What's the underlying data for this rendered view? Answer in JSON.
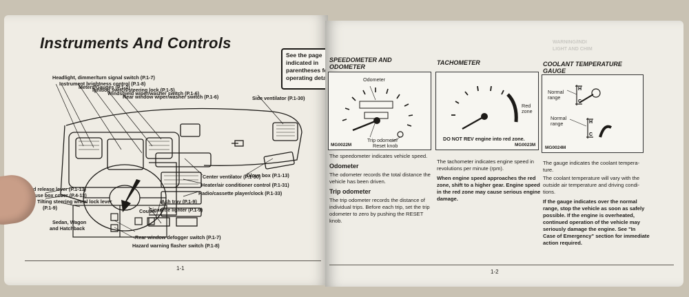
{
  "left_page": {
    "title": "Instruments And Controls",
    "note": "See the page indicated in parentheses for operating details.",
    "labels": {
      "headlight": "Headlight, dimmer/turn signal switch (P.1-7)",
      "brightness": "Instrument brightness control (P.1-8)",
      "meters": "Meters/Gauges (P.1-2)",
      "ignition": "Ignition switch/steering lock (P.1-5)",
      "windshield": "Windshield wiper/washer switch (P.1-6)",
      "rear_wiper": "Rear window wiper/washer switch (P.1-6)",
      "side_vent": "Side ventilator (P.1-30)",
      "glove": "Glove box (P.1-13)",
      "center_vent": "Center ventilator (P.1-30)",
      "heater": "Heater/air conditioner control (P.1-31)",
      "radio": "Radio/cassette player/clock (P.1-33)",
      "ash": "Ash tray (P.1-9)",
      "cig": "Cigarette lighter (P.1-9)",
      "hood": "Hood release lever (P.1-13)",
      "fuse": "Fuse box cover (P.4-13)",
      "tilt": "Tilting steering wheel lock lever",
      "tilt_page": "(P.1-9)",
      "sedan": "Sedan, Wagon",
      "sedan2": "and Hatchback",
      "coupe": "Coupe",
      "defogger": "Rear window defogger switch (P.1-7)",
      "hazard": "Hazard warning flasher switch (P.1-8)"
    },
    "page_number": "1-1"
  },
  "right_page": {
    "speedometer": {
      "title_line1": "SPEEDOMETER AND",
      "title_line2": "ODOMETER",
      "fig_odometer": "Odometer",
      "fig_trip": "Trip odometer",
      "fig_reset": "Reset knob",
      "fig_code": "MG0022M",
      "intro": "The speedometer indicates vehicle speed.",
      "odo_head": "Odometer",
      "odo_text1": "The odometer records the total distance the",
      "odo_text2": "vehicle has been driven.",
      "trip_head": "Trip odometer",
      "trip_text1": "The trip odometer records the distance of",
      "trip_text2": "individual trips. Before each trip, set the trip",
      "trip_text3": "odometer to zero by pushing the RESET",
      "trip_text4": "knob."
    },
    "tachometer": {
      "title": "TACHOMETER",
      "fig_red1": "Red",
      "fig_red2": "zone",
      "fig_warning": "DO NOT REV engine into red zone.",
      "fig_code": "MG0023M",
      "text1": "The tachometer indicates engine speed in",
      "text2": "revolutions per minute (rpm).",
      "text3": "When engine speed approaches the red",
      "text4": "zone, shift to a higher gear. Engine speed",
      "text5": "in the red zone may cause serious engine",
      "text6": "damage."
    },
    "coolant": {
      "title_line1": "COOLANT TEMPERATURE",
      "title_line2": "GAUGE",
      "fig_normal1": "Normal",
      "fig_range1": "range",
      "fig_normal2": "Normal",
      "fig_range2": "range",
      "fig_code": "MG0024M",
      "text1": "The gauge indicates the coolant tempera-",
      "text2": "ture.",
      "text3": "The coolant temperature will vary with the",
      "text4": "outside air temperature and driving condi-",
      "text5": "tions.",
      "text6": "If the gauge indicates over the normal",
      "text7": "range, stop the vehicle as soon as safely",
      "text8": "possible. If the engine is overheated,",
      "text9": "continued operation of the vehicle may",
      "text10": "seriously damage the engine. See \"In",
      "text11": "Case of Emergency\" section for immediate",
      "text12": "action required."
    },
    "page_number": "1-2"
  }
}
